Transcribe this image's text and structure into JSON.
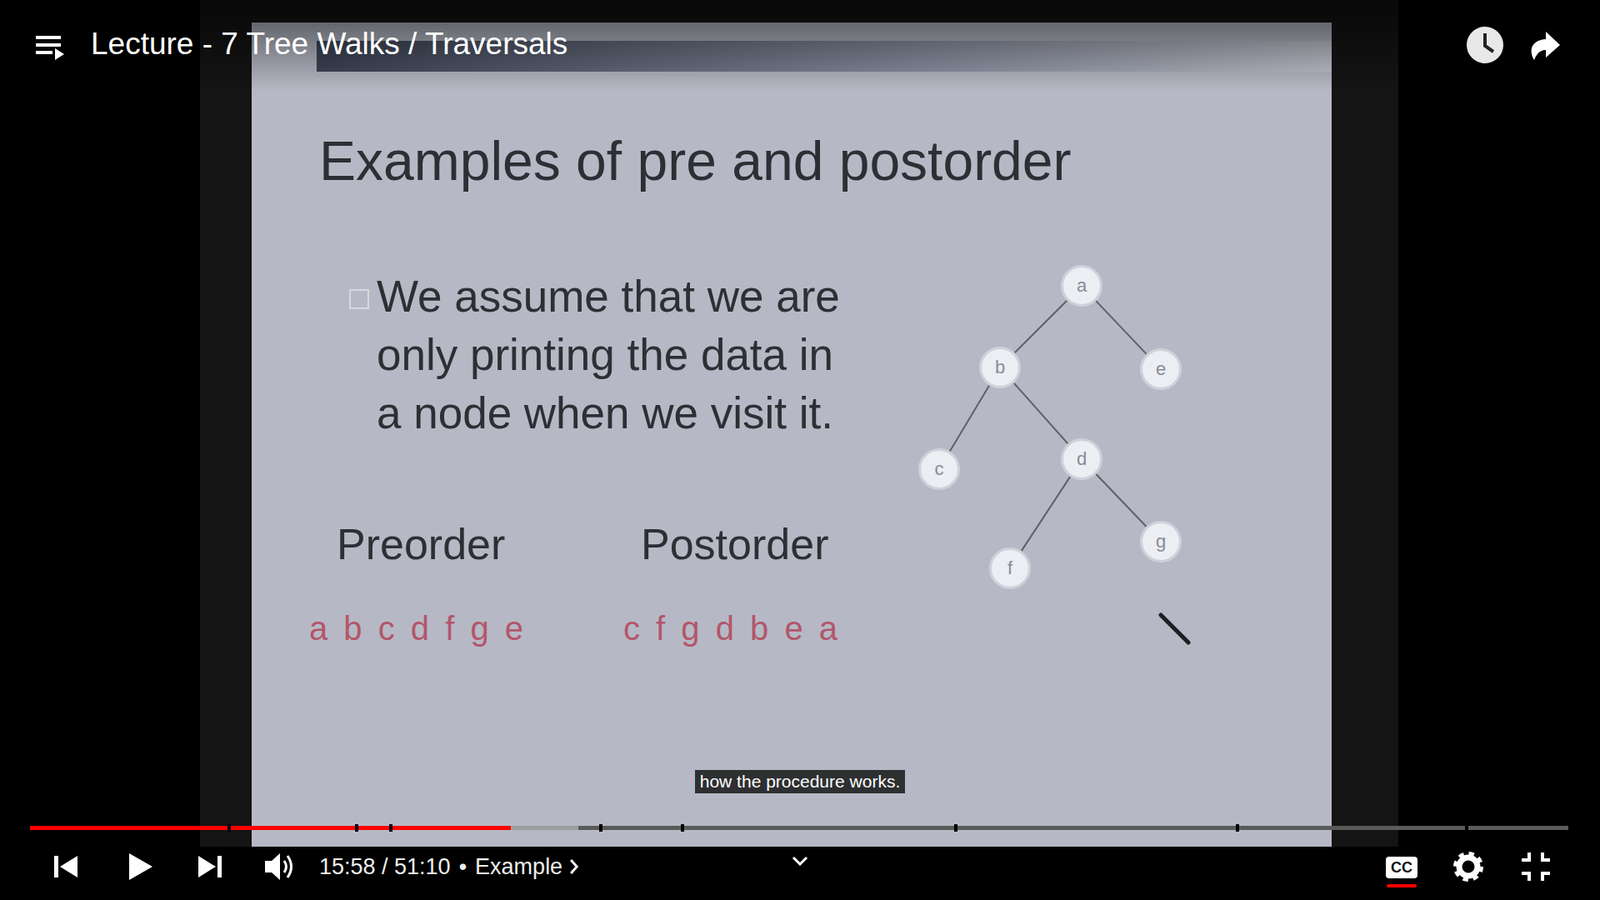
{
  "diagram": {
    "title": "Examples of pre and postorder",
    "nodes": [
      {
        "text": [
          "a"
        ]
      },
      {
        "text": [
          "b"
        ]
      },
      {
        "text": [
          "e"
        ]
      },
      {
        "text": [
          "c"
        ]
      },
      {
        "text": [
          "d"
        ]
      },
      {
        "text": [
          "f"
        ]
      },
      {
        "text": [
          "g"
        ]
      }
    ],
    "edges": [
      {
        "from": 0,
        "to": 1,
        "arrow": "none"
      },
      {
        "from": 0,
        "to": 2,
        "arrow": "none"
      },
      {
        "from": 1,
        "to": 3,
        "arrow": "none"
      },
      {
        "from": 1,
        "to": 4,
        "arrow": "none"
      },
      {
        "from": 4,
        "to": 5,
        "arrow": "none"
      },
      {
        "from": 4,
        "to": 6,
        "arrow": "none"
      }
    ],
    "labels": [
      "Lecture - 7 Tree Walks / Traversals",
      "We assume that we are only printing the data in a node when we visit it.",
      "Preorder",
      "Postorder",
      "a b c d f g e",
      "c f g d b e a",
      "how the procedure works.",
      "15:58 / 51:10",
      "•",
      "Example",
      "CC"
    ]
  }
}
